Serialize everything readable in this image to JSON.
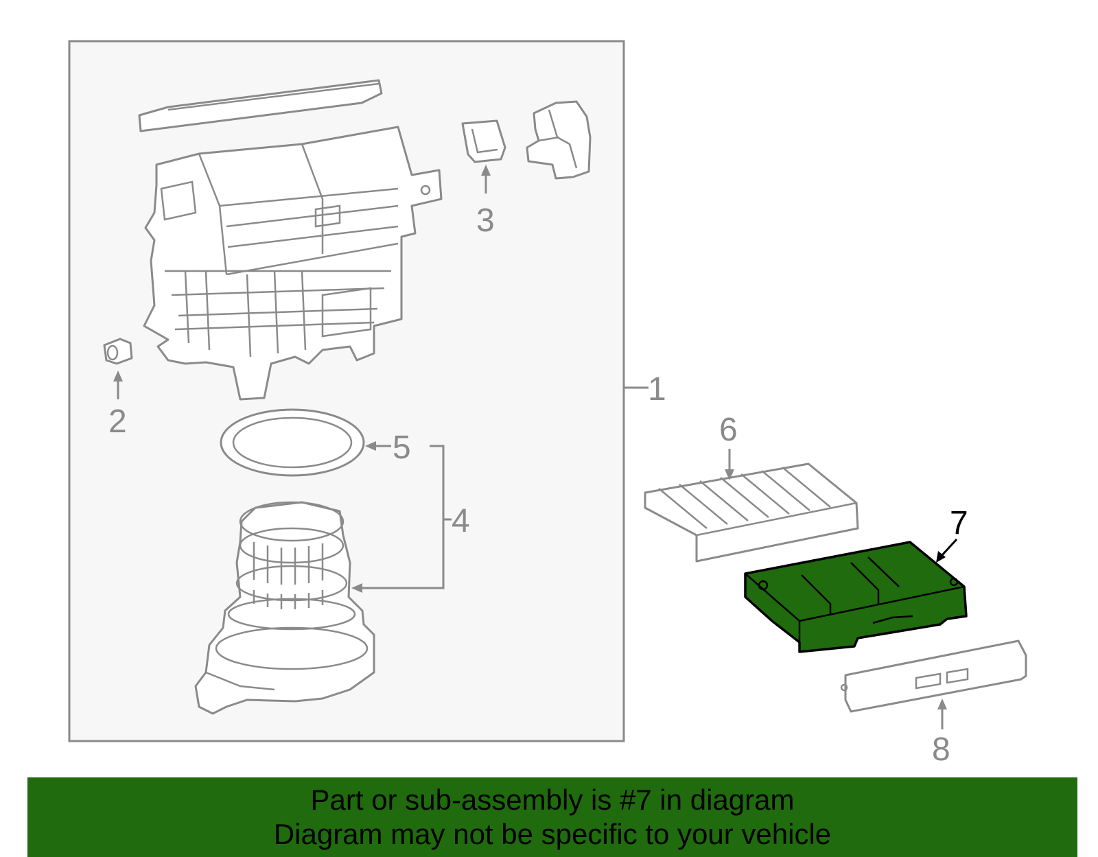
{
  "callouts": {
    "c1": "1",
    "c2": "2",
    "c3": "3",
    "c4": "4",
    "c5": "5",
    "c6": "6",
    "c7": "7",
    "c8": "8"
  },
  "highlighted_part": "7",
  "colors": {
    "highlight_fill": "#1f6b0d",
    "line_gray": "#8a8a8a",
    "panel_bg": "#f7f7f7"
  },
  "banner": {
    "line1": "Part or sub-assembly is #7 in diagram",
    "line2": "Diagram may not be specific to your vehicle"
  }
}
